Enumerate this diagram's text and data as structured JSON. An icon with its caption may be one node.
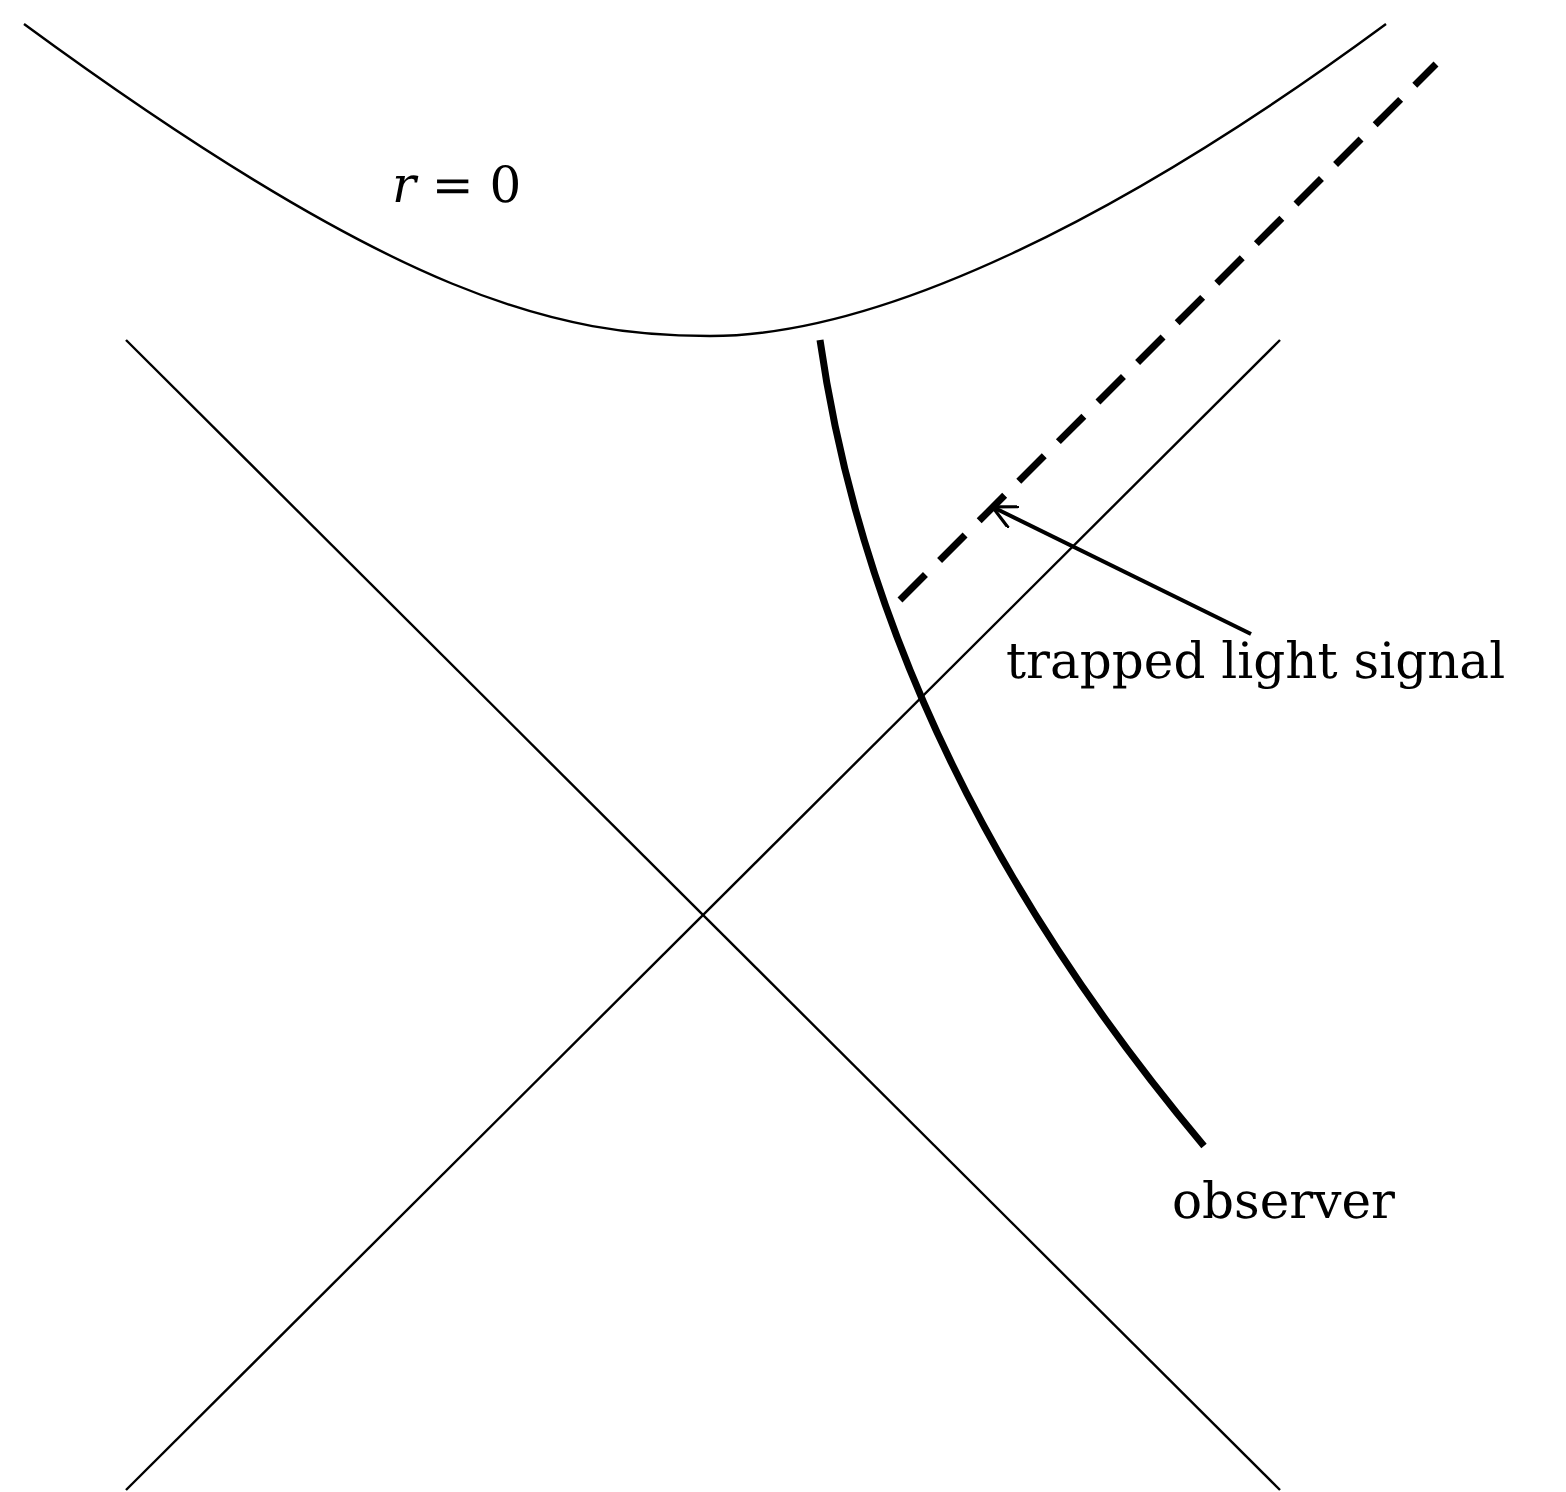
{
  "diagram": {
    "nodes": [
      {
        "text": [
          "trapped light signal"
        ]
      },
      {
        "text": [],
        "shape": "line"
      }
    ],
    "edges": [
      {
        "from": 0,
        "to": 1,
        "arrow": "to"
      }
    ],
    "labels": [
      "*r* = 0",
      "observer"
    ]
  }
}
